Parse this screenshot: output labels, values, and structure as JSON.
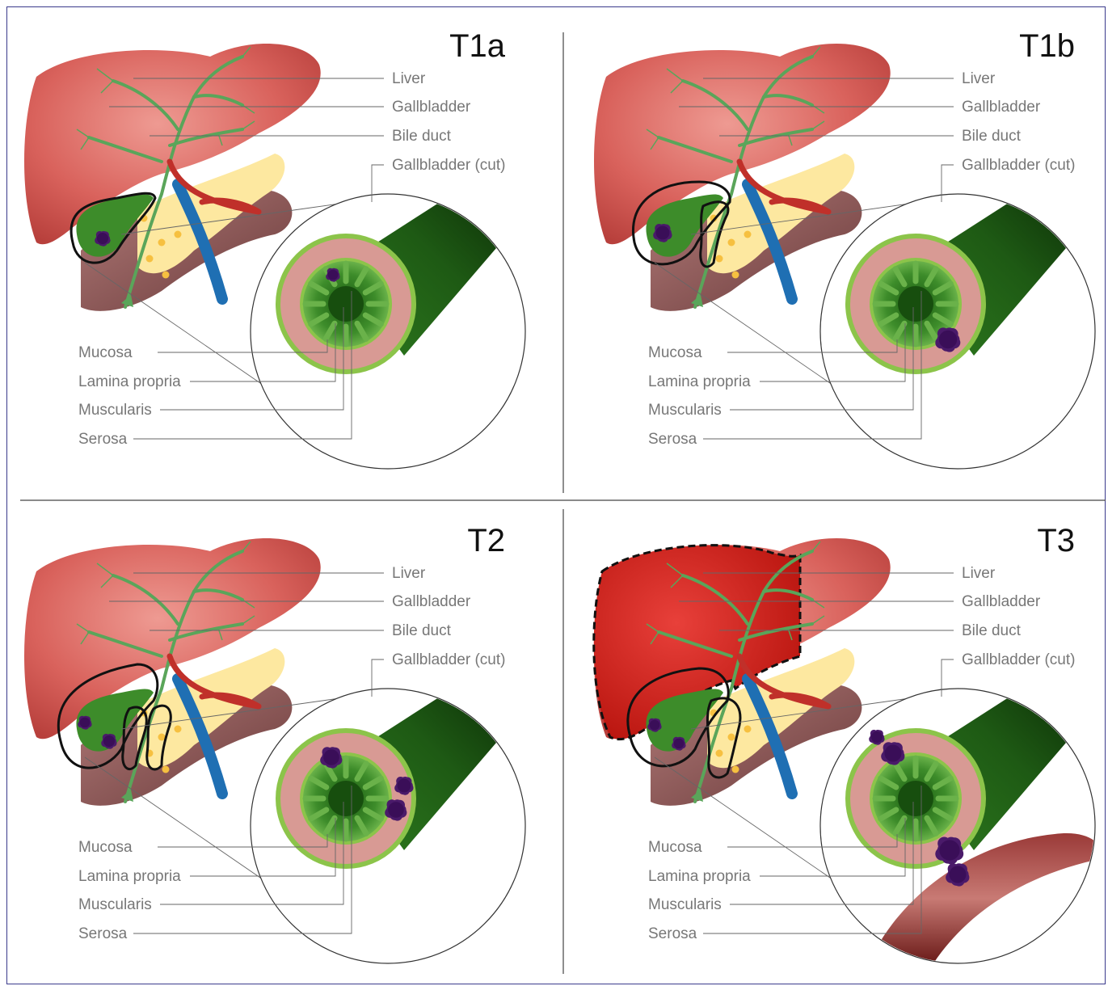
{
  "panels": [
    {
      "stage": "T1a",
      "key": "t1a"
    },
    {
      "stage": "T1b",
      "key": "t1b"
    },
    {
      "stage": "T2",
      "key": "t2"
    },
    {
      "stage": "T3",
      "key": "t3"
    }
  ],
  "labels": {
    "liver": "Liver",
    "gallbladder": "Gallbladder",
    "bile_duct": "Bile duct",
    "gallbladder_cut": "Gallbladder (cut)",
    "mucosa": "Mucosa",
    "lamina_propria": "Lamina propria",
    "muscularis": "Muscularis",
    "serosa": "Serosa"
  },
  "colors": {
    "liver": "#d9625c",
    "liver_invaded": "#d42a22",
    "gallbladder": "#3d8c2a",
    "bile_tree": "#5aa55a",
    "pancreas": "#fde8a0",
    "portal_vein": "#1f6fb3",
    "artery": "#c0302a",
    "tumor": "#4a1a6a",
    "wall_outer": "#8cc44a",
    "wall_muscle": "#d89a94",
    "stomach": "#8a5a5a"
  }
}
